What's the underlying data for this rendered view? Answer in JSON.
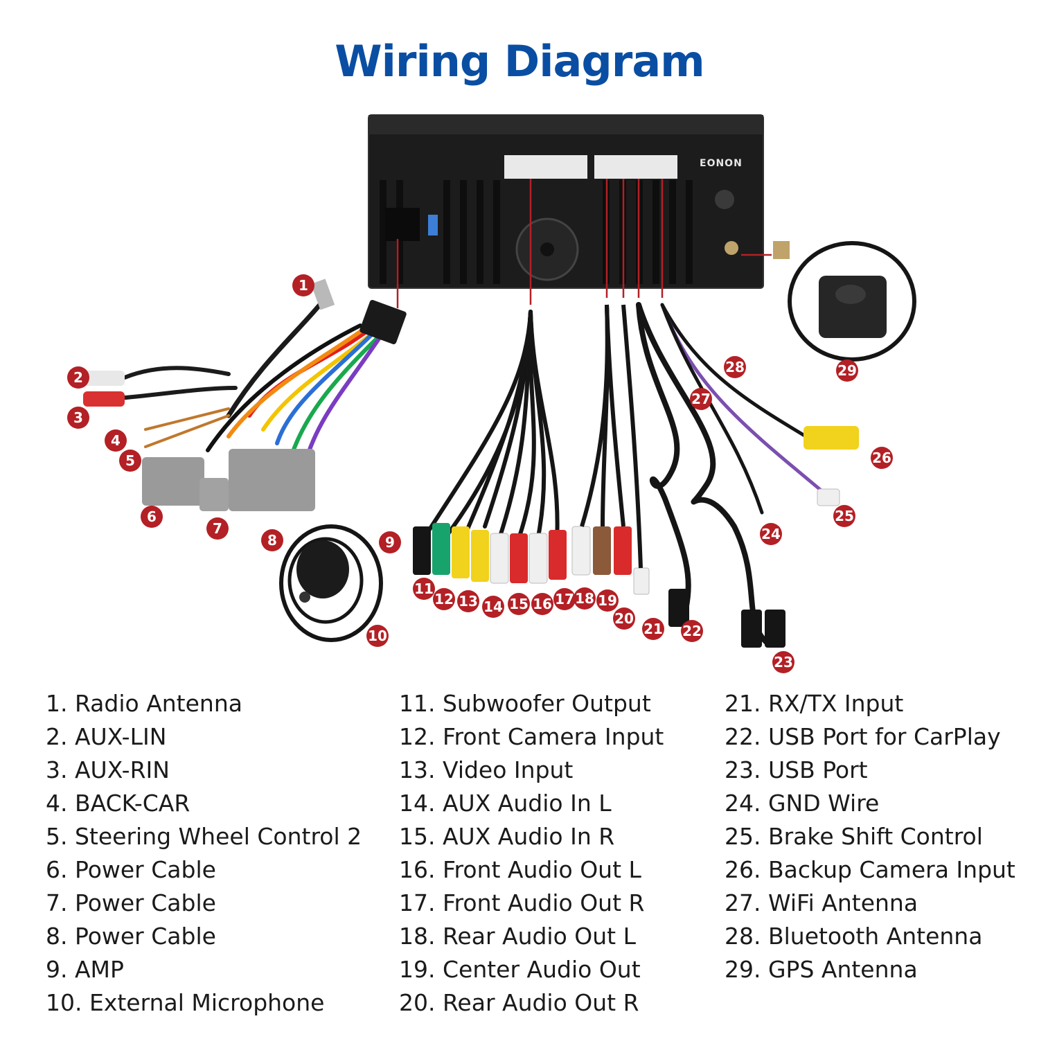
{
  "title": "Wiring Diagram",
  "brand": "EONON",
  "colors": {
    "title": "#0a4ea3",
    "marker": "#b32025",
    "unit": "#1c1c1c",
    "cable": "#161616"
  },
  "legend": [
    "1. Radio Antenna",
    "2. AUX-LIN",
    "3. AUX-RIN",
    "4. BACK-CAR",
    "5. Steering Wheel Control 2",
    "6. Power Cable",
    "7. Power Cable",
    "8. Power Cable",
    "9. AMP",
    "10. External Microphone",
    "11. Subwoofer Output",
    "12. Front Camera Input",
    "13. Video Input",
    "14. AUX Audio In L",
    "15. AUX Audio In R",
    "16. Front Audio Out L",
    "17. Front Audio Out R",
    "18. Rear Audio Out L",
    "19. Center Audio Out",
    "20. Rear Audio Out R",
    "21. RX/TX Input",
    "22. USB Port for CarPlay",
    "23. USB Port",
    "24. GND Wire",
    "25. Brake Shift Control",
    "26. Backup Camera Input",
    "27. WiFi Antenna",
    "28. Bluetooth Antenna",
    "29. GPS Antenna"
  ],
  "markers": [
    "1",
    "2",
    "3",
    "4",
    "5",
    "6",
    "7",
    "8",
    "9",
    "10",
    "11",
    "12",
    "13",
    "14",
    "15",
    "16",
    "17",
    "18",
    "19",
    "20",
    "21",
    "22",
    "23",
    "24",
    "25",
    "26",
    "27",
    "28",
    "29"
  ]
}
